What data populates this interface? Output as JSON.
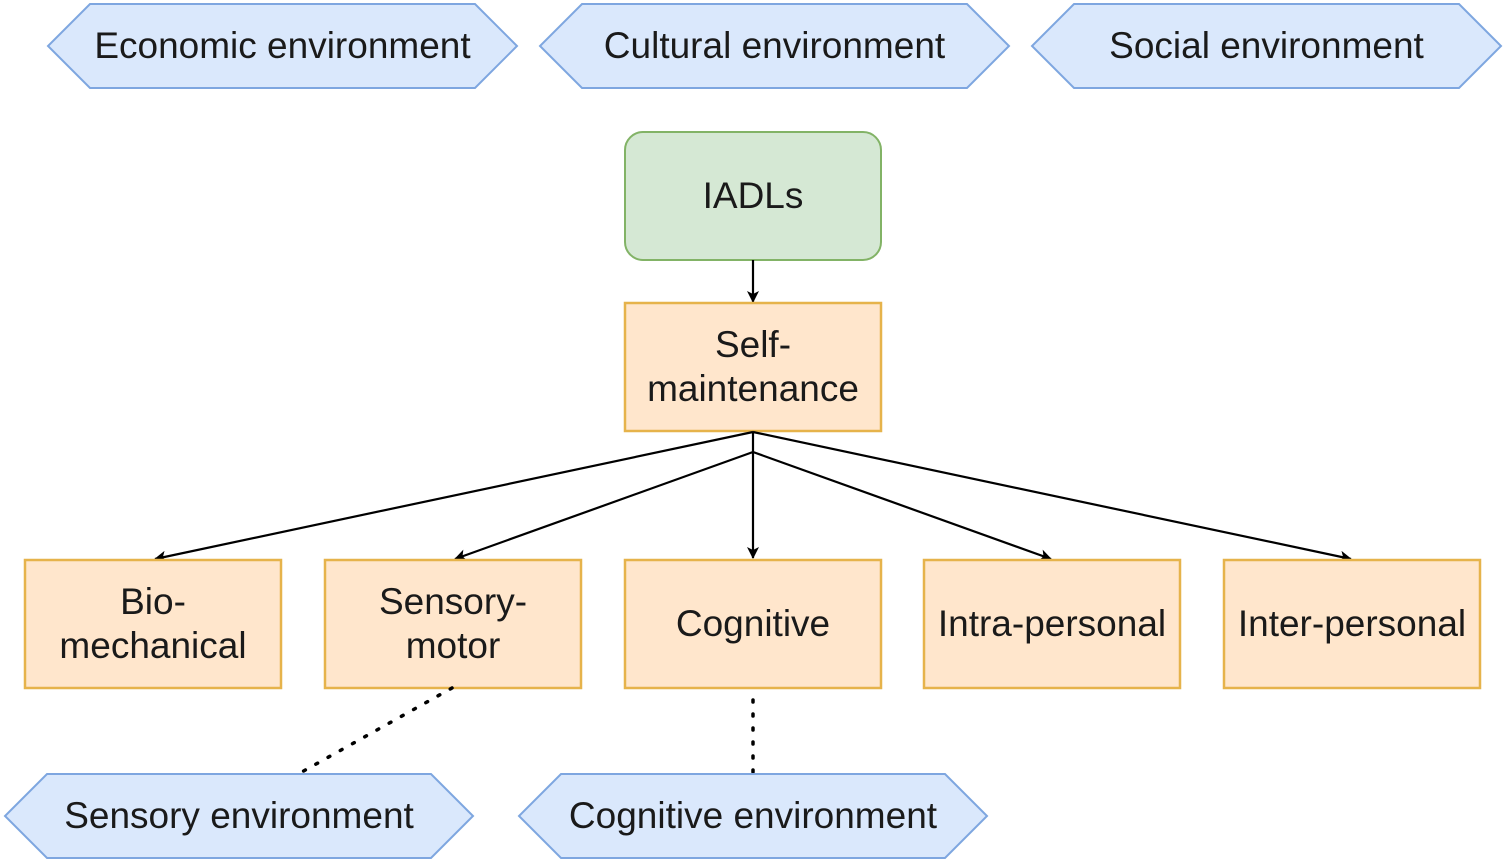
{
  "environments_top": [
    {
      "id": "economic",
      "label": "Economic environment"
    },
    {
      "id": "cultural",
      "label": "Cultural environment"
    },
    {
      "id": "social",
      "label": "Social environment"
    }
  ],
  "iadls": {
    "label": "IADLs"
  },
  "self_maintenance": {
    "label": "Self-\nmaintenance"
  },
  "components": [
    {
      "id": "biomechanical",
      "label": "Bio-\nmechanical"
    },
    {
      "id": "sensorymotor",
      "label": "Sensory-\nmotor"
    },
    {
      "id": "cognitive",
      "label": "Cognitive"
    },
    {
      "id": "intrapersonal",
      "label": "Intra-personal"
    },
    {
      "id": "interpersonal",
      "label": "Inter-personal"
    }
  ],
  "environments_bottom": [
    {
      "id": "sensory",
      "label": "Sensory environment"
    },
    {
      "id": "cognitive-env",
      "label": "Cognitive environment"
    }
  ],
  "colors": {
    "environment_fill": "#dae8fc",
    "environment_stroke": "#7ea6e0",
    "component_fill": "#ffe6cc",
    "component_stroke": "#e6b34b",
    "iadl_fill": "#d5e8d4",
    "iadl_stroke": "#82b366"
  }
}
